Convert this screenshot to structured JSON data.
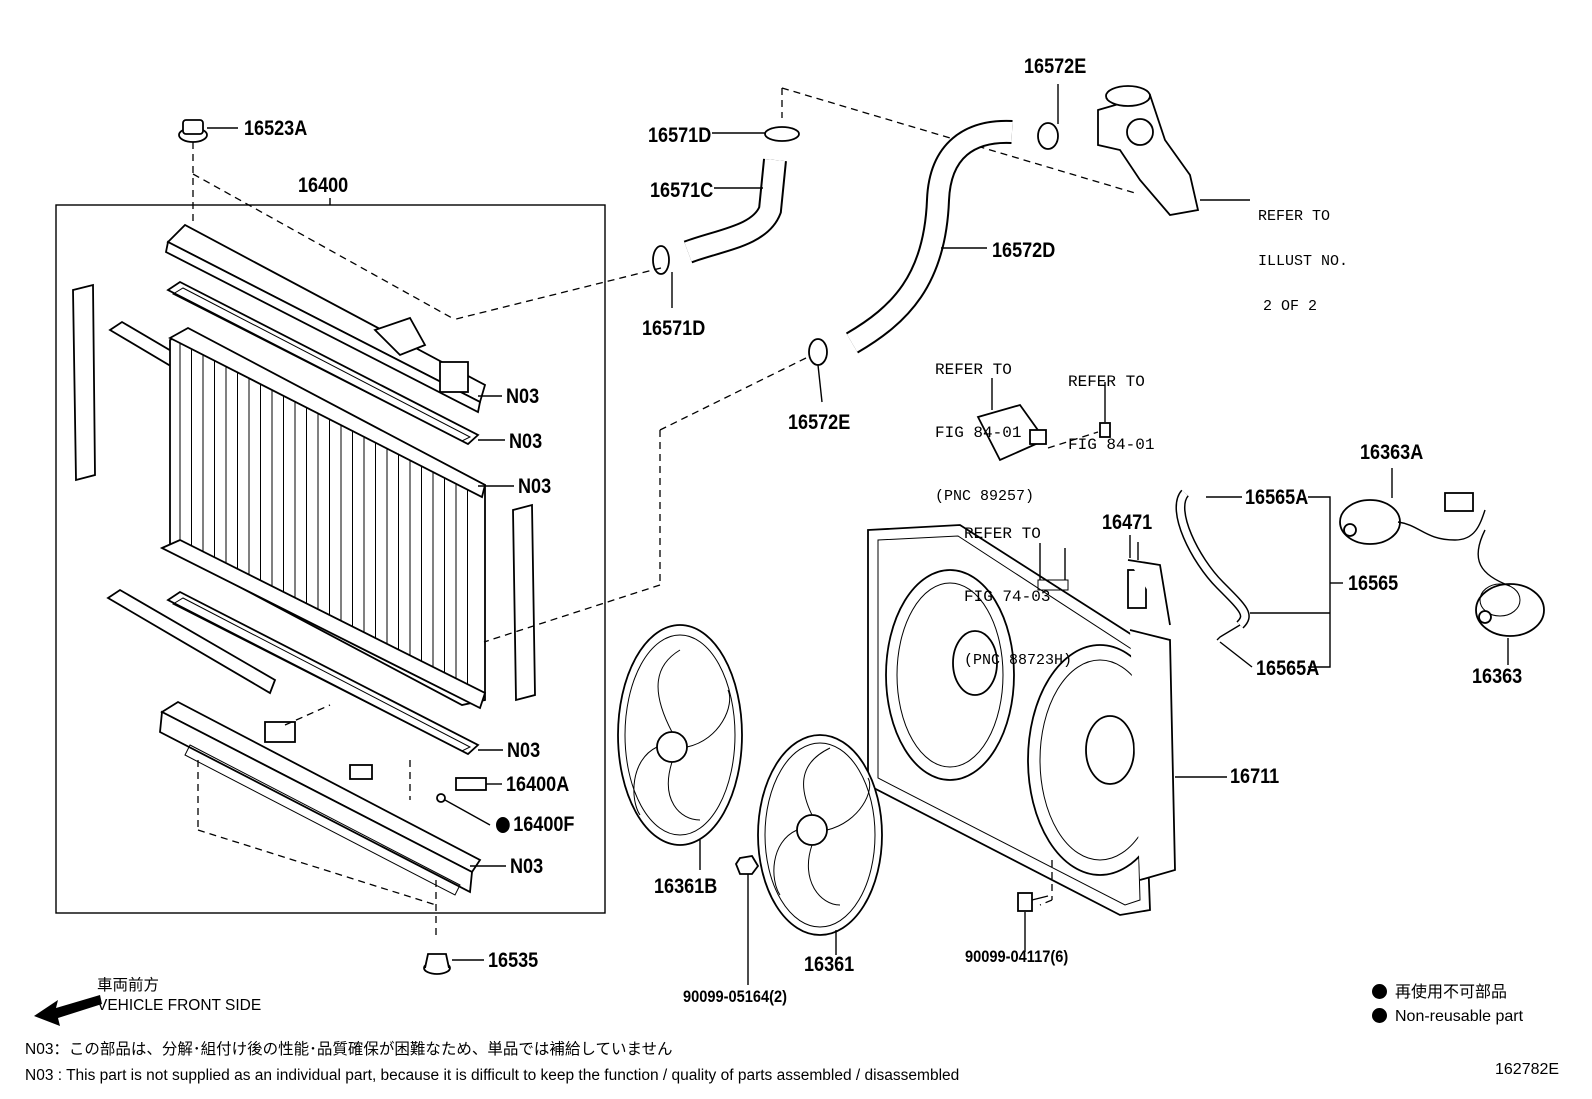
{
  "labels": {
    "p16523A": "16523A",
    "p16400": "16400",
    "p16571D_top": "16571D",
    "p16571C": "16571C",
    "p16571D_bottom": "16571D",
    "p16572E_top": "16572E",
    "p16572D": "16572D",
    "p16572E_mid": "16572E",
    "n03_1": "N03",
    "n03_2": "N03",
    "n03_3": "N03",
    "n03_4": "N03",
    "n03_5": "N03",
    "p16400A": "16400A",
    "p16400F": "16400F",
    "p16535": "16535",
    "p16361B": "16361B",
    "p16361": "16361",
    "p90099_05164": "90099-05164(2)",
    "p90099_04117": "90099-04117(6)",
    "p16711": "16711",
    "p16471": "16471",
    "p16565A_top": "16565A",
    "p16565": "16565",
    "p16565A_bottom": "16565A",
    "p16363A": "16363A",
    "p16363": "16363"
  },
  "refs": {
    "illust_line1": "REFER TO",
    "illust_line2": "ILLUST NO.",
    "illust_line3": "2 OF 2",
    "fig8401a_line1": "REFER TO",
    "fig8401a_line2": "FIG 84-01",
    "fig8401a_line3": "(PNC 89257)",
    "fig8401b_line1": "REFER TO",
    "fig8401b_line2": "FIG 84-01",
    "fig7403_line1": "REFER TO",
    "fig7403_line2": "FIG 74-03",
    "fig7403_line3": "(PNC 88723H)"
  },
  "direction": {
    "jp": "車両前方",
    "en": "VEHICLE FRONT SIDE"
  },
  "legend": {
    "jp": "再使用不可部品",
    "en": "Non-reusable part"
  },
  "notes": {
    "jp": "N03：この部品は、分解･組付け後の性能･品質確保が困難なため、単品では補給していません",
    "en": "N03 : This part is not supplied as an individual part, because it is difficult to keep the function / quality of parts assembled / disassembled"
  },
  "illustration_id": "162782E"
}
